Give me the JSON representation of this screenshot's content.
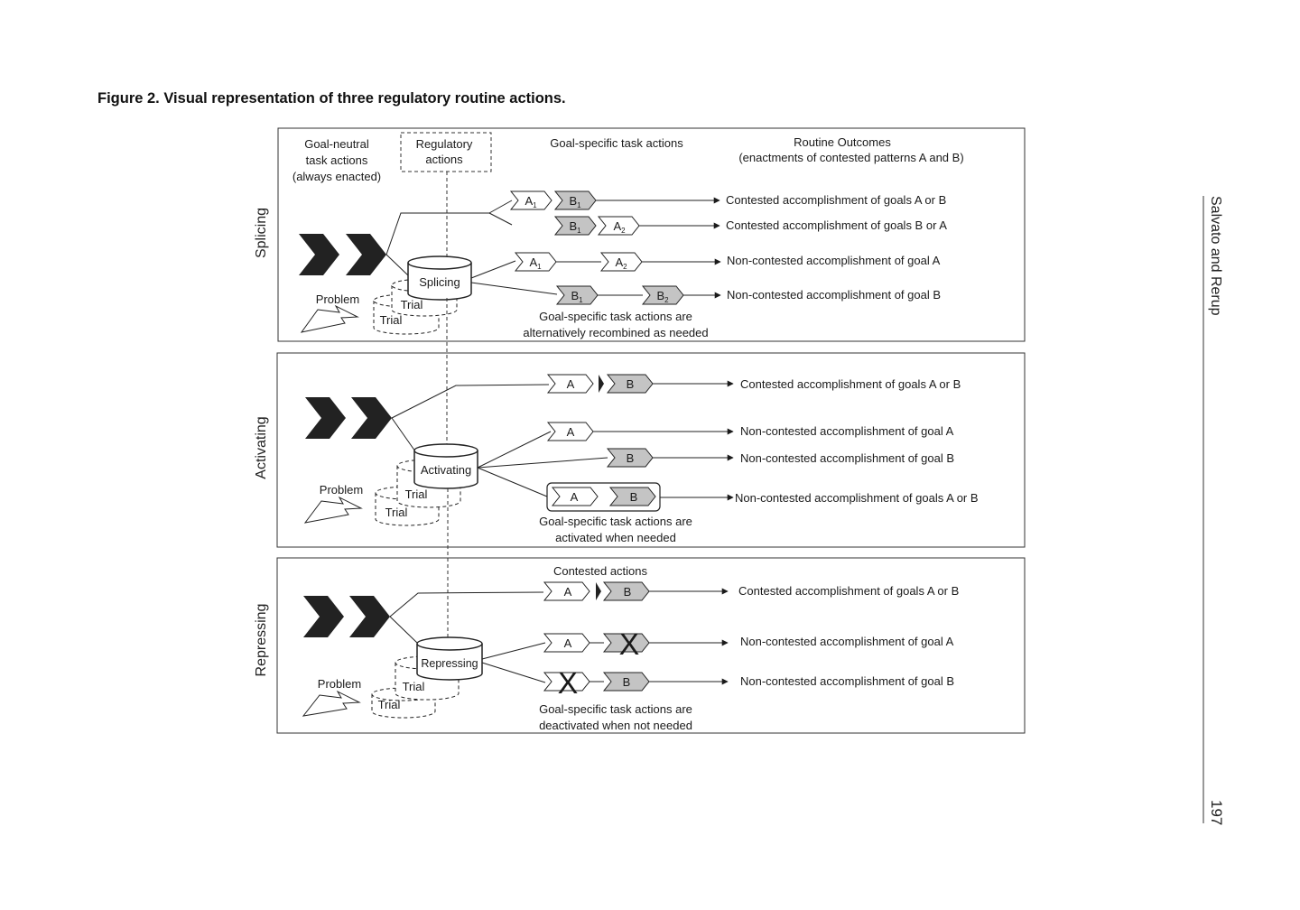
{
  "figure": {
    "title": "Figure 2.  Visual representation of three regulatory routine actions.",
    "header": {
      "goal_neutral": [
        "Goal-neutral",
        "task actions",
        "(always enacted)"
      ],
      "regulatory": [
        "Regulatory",
        "actions"
      ],
      "goal_specific": "Goal-specific task actions",
      "outcomes": [
        "Routine Outcomes",
        "(enactments of contested patterns A and B)"
      ]
    },
    "common": {
      "problem": "Problem",
      "trial": "Trial",
      "label_a": "A",
      "label_b": "B",
      "sub_1": "1",
      "sub_2": "2",
      "x_mark": "X"
    },
    "panels": {
      "splicing": {
        "side_label": "Splicing",
        "cylinder_label": "Splicing",
        "outcomes": [
          "Contested accomplishment of goals A or B",
          "Contested accomplishment of goals B or A",
          "Non-contested accomplishment of goal A",
          "Non-contested accomplishment of goal B"
        ],
        "note": [
          "Goal-specific task actions are",
          "alternatively recombined as needed"
        ]
      },
      "activating": {
        "side_label": "Activating",
        "cylinder_label": "Activating",
        "outcomes": [
          "Contested accomplishment of goals A or B",
          "Non-contested accomplishment of goal A",
          "Non-contested accomplishment of goal B",
          "Non-contested accomplishment of goals A or B"
        ],
        "note": [
          "Goal-specific task actions are",
          "activated when needed"
        ]
      },
      "repressing": {
        "side_label": "Repressing",
        "cylinder_label": "Repressing",
        "contested_label": "Contested actions",
        "outcomes": [
          "Contested accomplishment of goals A or B",
          "Non-contested accomplishment of goal A",
          "Non-contested accomplishment of goal B"
        ],
        "note": [
          "Goal-specific task actions are",
          "deactivated when not needed"
        ]
      }
    }
  },
  "running_head": {
    "authors": "Salvato and Rerup",
    "page_number": "197"
  },
  "colors": {
    "ink": "#1a1a1a",
    "gray_chevron": "#c4c4c4",
    "white_chevron": "#ffffff"
  }
}
